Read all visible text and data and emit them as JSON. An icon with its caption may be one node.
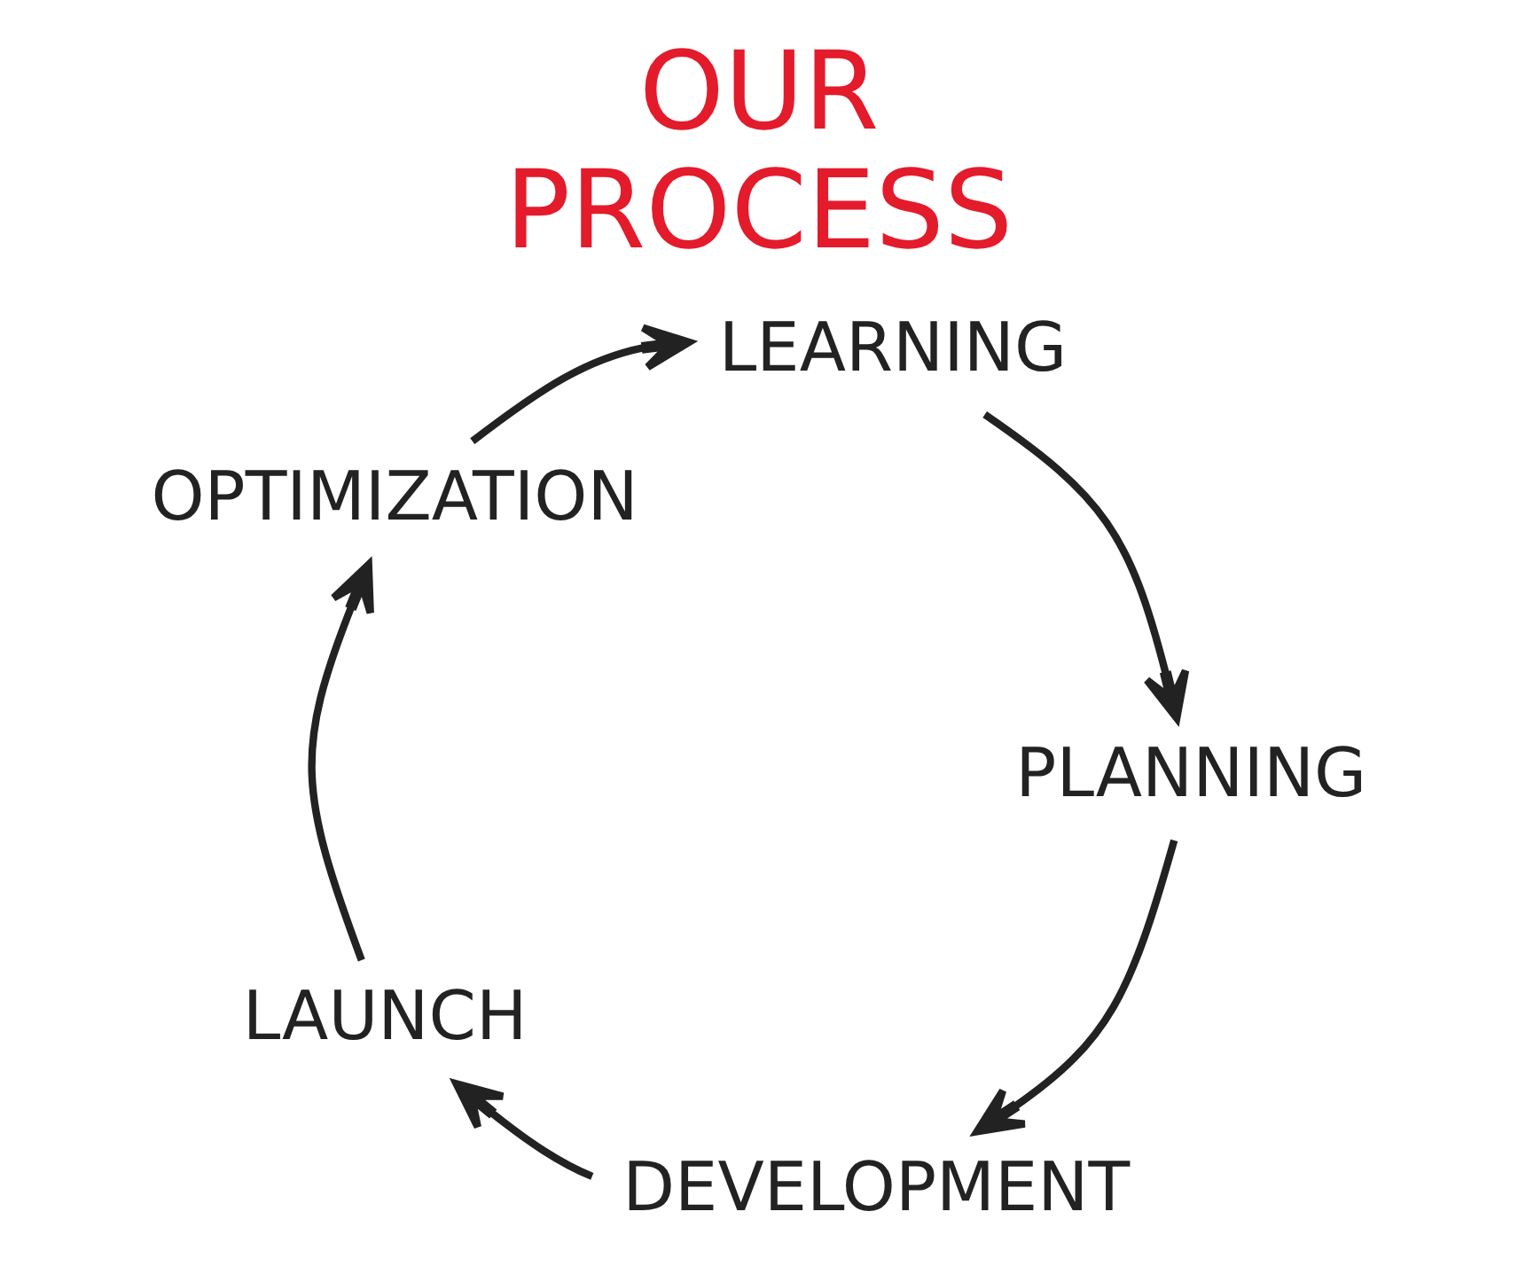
{
  "diagram": {
    "title": "OUR PROCESS",
    "nodes": [
      {
        "text": [
          "LEARNING"
        ]
      },
      {
        "text": [
          "PLANNING"
        ]
      },
      {
        "text": [
          "DEVELOPMENT"
        ]
      },
      {
        "text": [
          "LAUNCH"
        ]
      },
      {
        "text": [
          "OPTIMIZATION"
        ]
      }
    ],
    "edges": [
      {
        "from": 0,
        "to": 1,
        "arrow": "to"
      },
      {
        "from": 1,
        "to": 2,
        "arrow": "to"
      },
      {
        "from": 2,
        "to": 3,
        "arrow": "to"
      },
      {
        "from": 3,
        "to": 4,
        "arrow": "to"
      },
      {
        "from": 4,
        "to": 0,
        "arrow": "to"
      }
    ]
  }
}
